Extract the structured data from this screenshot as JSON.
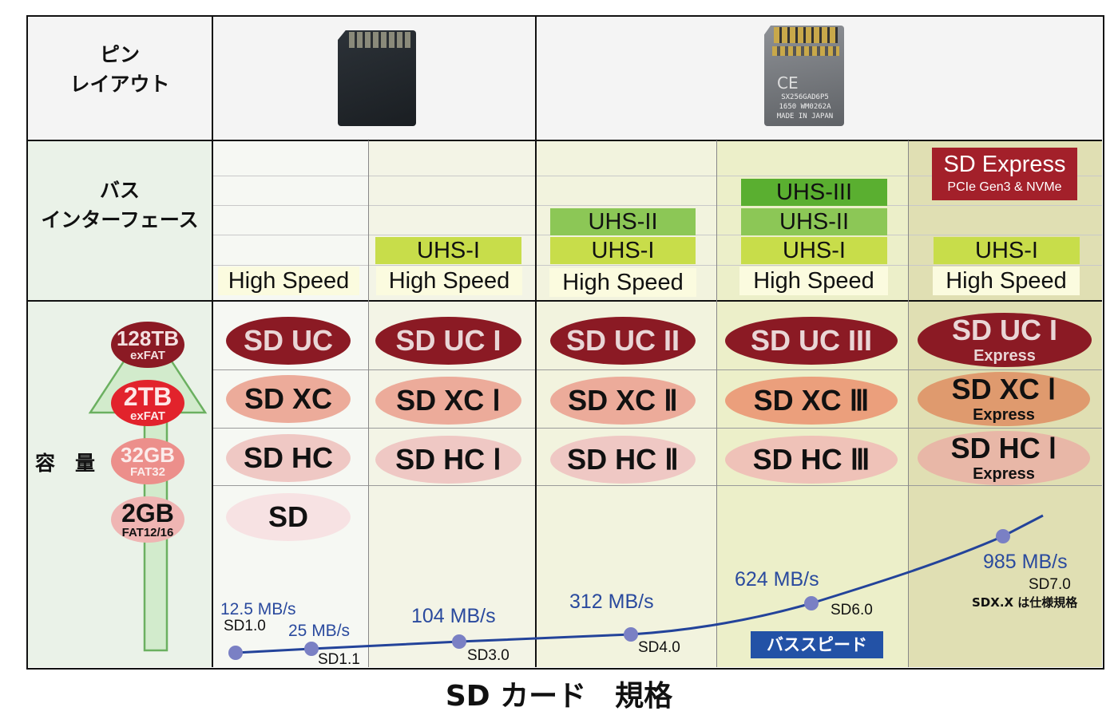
{
  "header": {
    "pin_label_line1": "ピン",
    "pin_label_line2": "レイアウト",
    "bus_label_line1": "バス",
    "bus_label_line2": "インターフェース",
    "capacity_label": "容　量"
  },
  "card_photo": {
    "text_line1": "SX256GAD6P5",
    "text_line2": "1650 WM0262A",
    "text_line3": "MADE IN JAPAN",
    "marks": "CE"
  },
  "bus": {
    "high_speed": "High Speed",
    "uhs1": "UHS-I",
    "uhs2": "UHS-II",
    "uhs3": "UHS-III",
    "sd_express": "SD Express",
    "sd_express_sub": "PCIe Gen3 & NVMe"
  },
  "capacity_scale": [
    {
      "size": "128TB",
      "fs": "exFAT"
    },
    {
      "size": "2TB",
      "fs": "exFAT"
    },
    {
      "size": "32GB",
      "fs": "FAT32"
    },
    {
      "size": "2GB",
      "fs": "FAT12/16"
    }
  ],
  "cards": {
    "uc": [
      "SD UC",
      "SD UC I",
      "SD UC II",
      "SD UC III",
      "SD UC I"
    ],
    "xc": [
      "SD XC",
      "SD XC Ⅰ",
      "SD XC Ⅱ",
      "SD XC Ⅲ",
      "SD XC Ⅰ"
    ],
    "hc": [
      "SD HC",
      "SD HC Ⅰ",
      "SD HC Ⅱ",
      "SD HC Ⅲ",
      "SD HC Ⅰ"
    ],
    "sd": "SD",
    "express_sub": "Express"
  },
  "chart_data": {
    "type": "line",
    "title": "",
    "series_label": "バススピード",
    "ylabel": "",
    "xlabel": "",
    "points": [
      {
        "version": "SD1.0",
        "speed_mbps": 12.5,
        "label": "12.5 MB/s"
      },
      {
        "version": "SD1.1",
        "speed_mbps": 25,
        "label": "25 MB/s"
      },
      {
        "version": "SD3.0",
        "speed_mbps": 104,
        "label": "104 MB/s"
      },
      {
        "version": "SD4.0",
        "speed_mbps": 312,
        "label": "312 MB/s"
      },
      {
        "version": "SD6.0",
        "speed_mbps": 624,
        "label": "624 MB/s"
      },
      {
        "version": "SD7.0",
        "speed_mbps": 985,
        "label": "985 MB/s"
      }
    ],
    "note": "SDX.X は仕様規格"
  },
  "footer": {
    "title": "SD カード　規格"
  },
  "colors": {
    "uc": "#8b1a24",
    "xc": "#ecab9a",
    "hc": "#efc8c4",
    "sd": "#f7e2e3",
    "uhs1": "#c8dd4a",
    "uhs2": "#8cc756",
    "uhs3": "#5aaf30",
    "express_box": "#a3202a",
    "speed_line": "#23439a",
    "bus_badge": "#2352a6"
  }
}
